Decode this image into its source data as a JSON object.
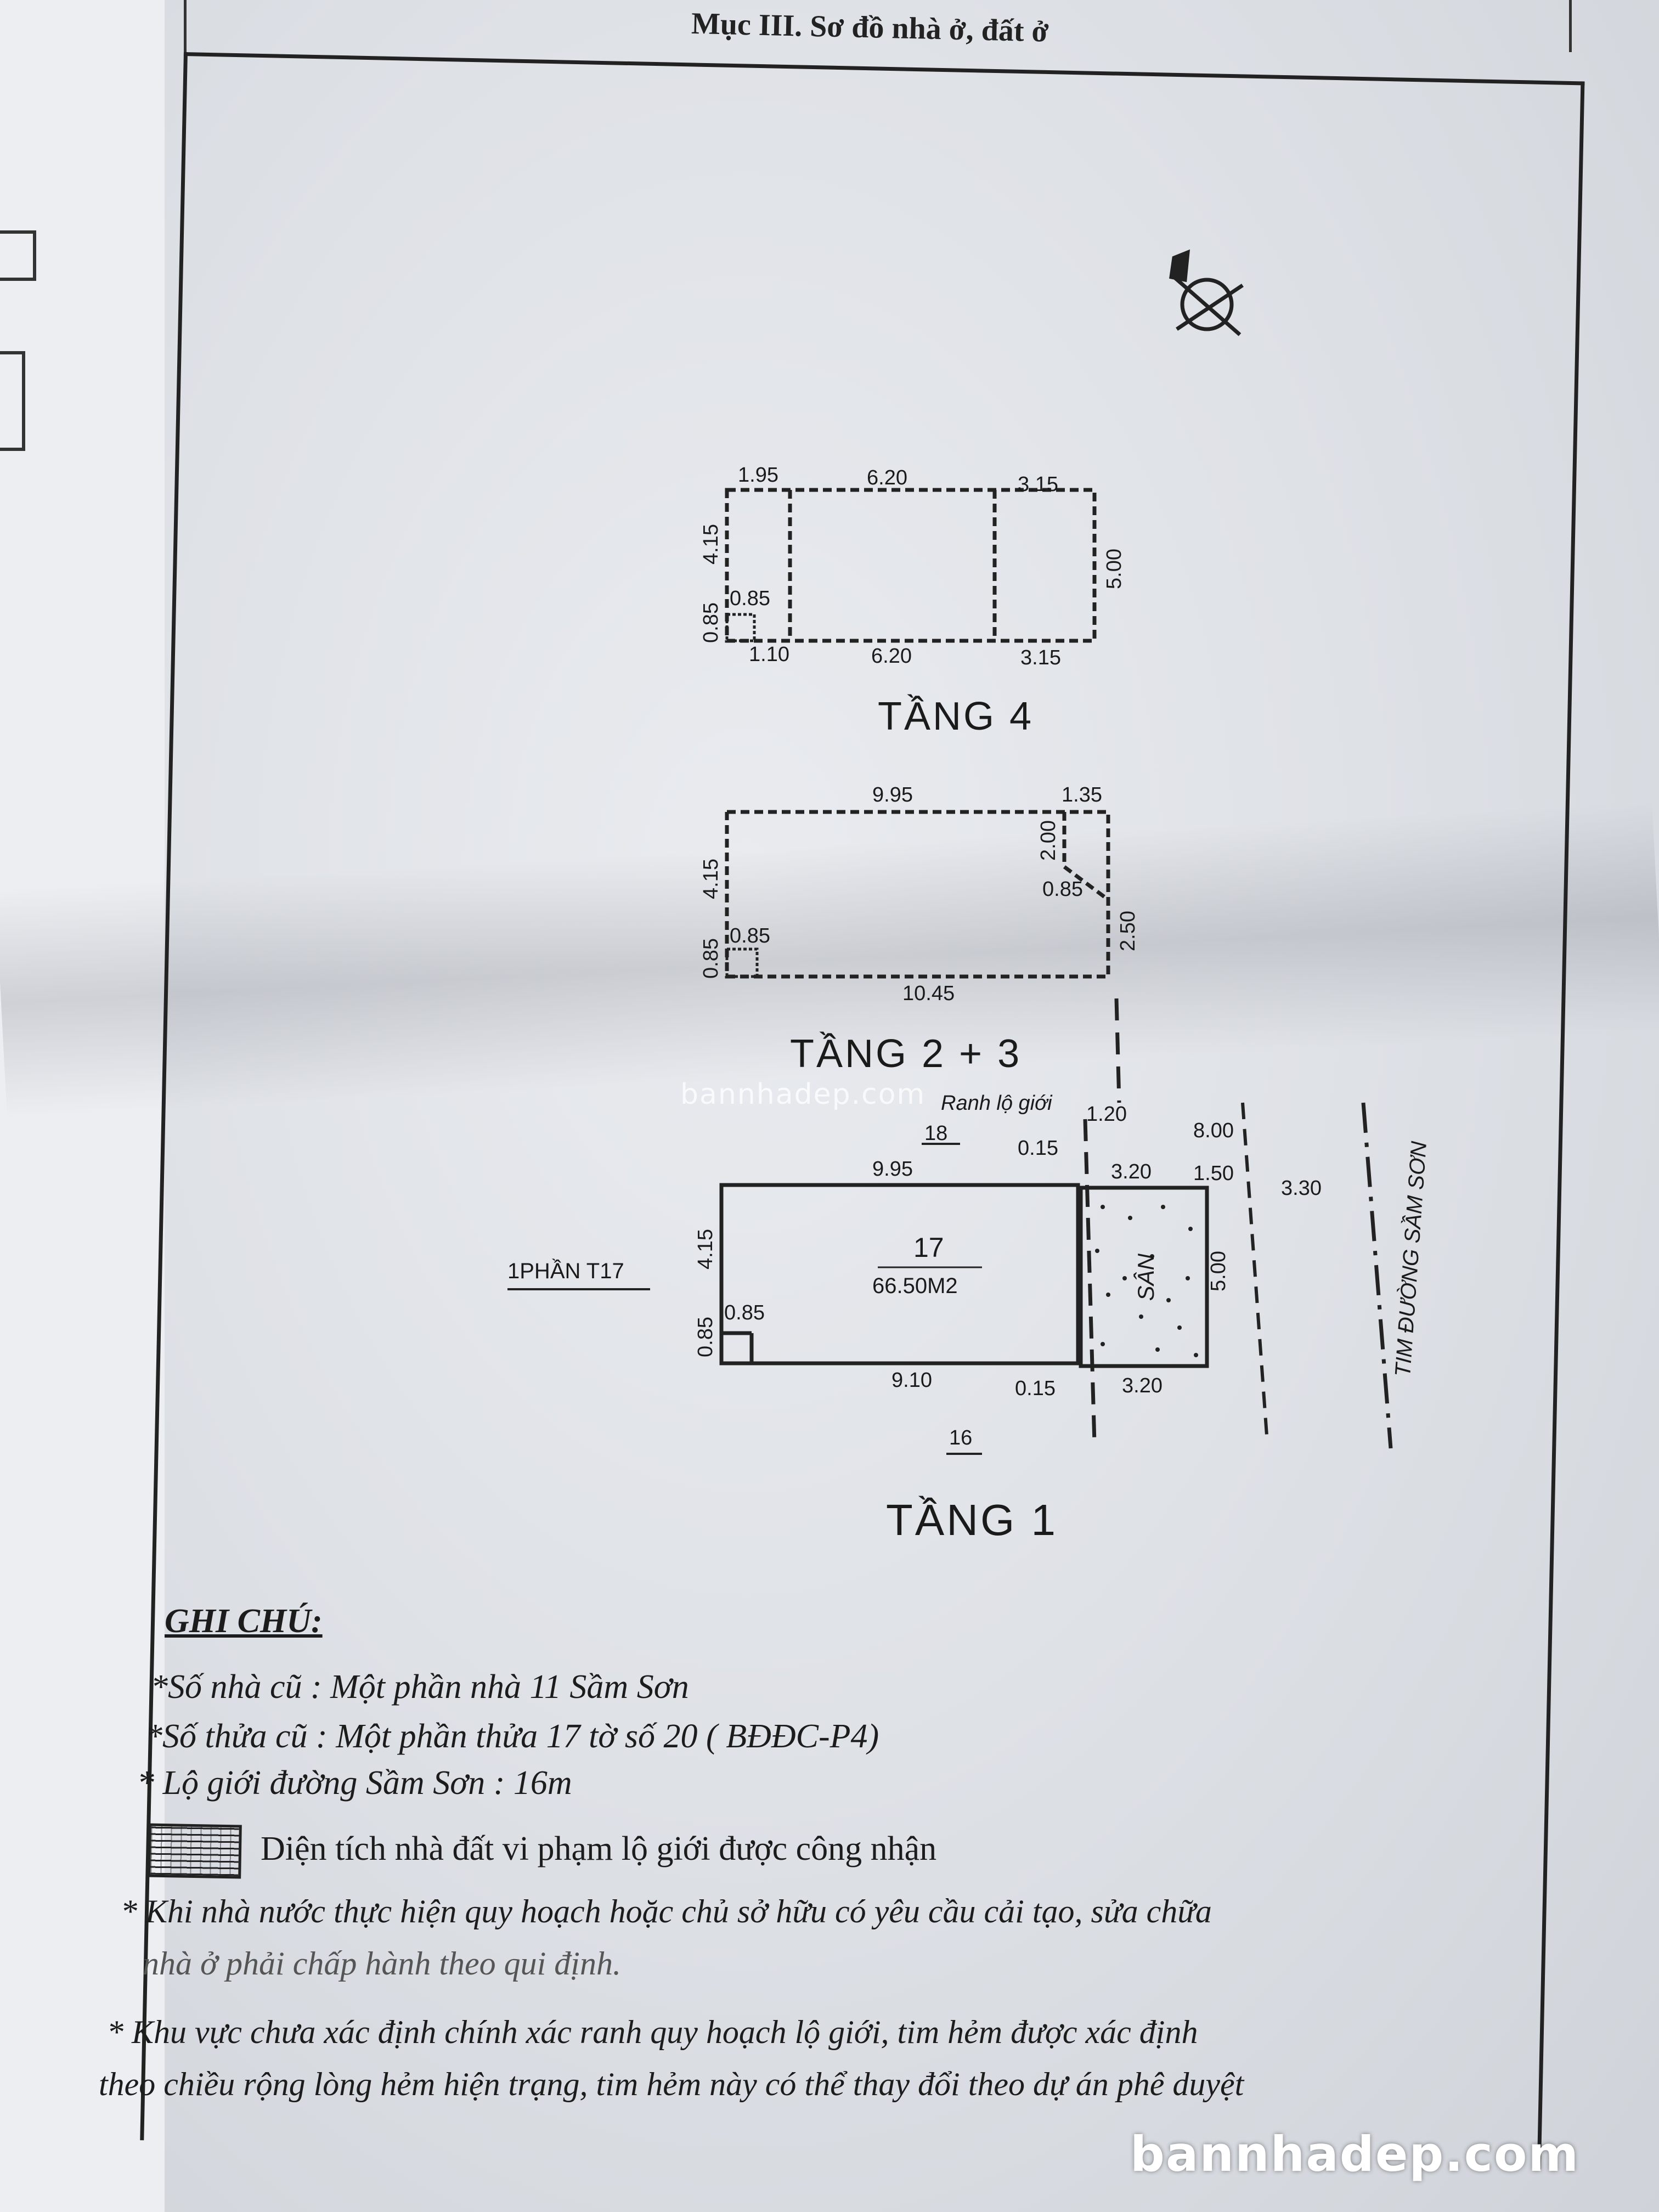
{
  "document": {
    "section_title": "Mục III. Sơ đồ nhà ở, đất ở"
  },
  "floor4": {
    "title": "TẦNG 4",
    "top_dims": [
      "1.95",
      "6.20",
      "3.15"
    ],
    "bottom_dims": [
      "1.10",
      "6.20",
      "3.15"
    ],
    "left_dims": [
      "4.15",
      "0.85"
    ],
    "inner_dim": "0.85",
    "right_dim": "5.00"
  },
  "floor23": {
    "title": "TẦNG 2 + 3",
    "top_dims": [
      "9.95",
      "1.35"
    ],
    "bottom_dim": "10.45",
    "left_dims": [
      "4.15",
      "0.85"
    ],
    "inner_dim_left": "0.85",
    "notch_dim_v": "2.00",
    "notch_dim_h": "0.85",
    "right_dim": "2.50"
  },
  "floor1": {
    "title": "TẦNG 1",
    "boundary_label": "Ranh lộ giới",
    "boundary_dim": "1.20",
    "neighbor_top": "18",
    "neighbor_bottom": "16",
    "neighbor_left": "1PHẦN T17",
    "lot_number": "17",
    "lot_area": "66.50M2",
    "top_dims": [
      "9.95",
      "0.15",
      "3.20",
      "1.50"
    ],
    "bottom_dims": [
      "9.10",
      "0.15",
      "3.20"
    ],
    "left_dims": [
      "4.15",
      "0.85"
    ],
    "inner_dim": "0.85",
    "yard_label": "SÂN",
    "yard_dim": "5.00",
    "road_dims": [
      "8.00",
      "3.30"
    ],
    "road_label": "TIM ĐƯỜNG SẦM SƠN"
  },
  "notes": {
    "title": "GHI CHÚ:",
    "lines": [
      "*Số nhà cũ : Một phần nhà 11 Sầm Sơn",
      "*Số thửa cũ : Một phần thửa 17 tờ số 20 ( BĐĐC-P4)",
      "* Lộ giới đường Sầm Sơn : 16m"
    ],
    "legend_label": "Diện  tích  nhà đất vi phạm lộ giới được công nhận",
    "para1_line1": "* Khi nhà nước thực hiện quy hoạch hoặc chủ sở hữu có yêu cầu cải tạo, sửa chữa",
    "para1_line2": "nhà ở phải chấp hành theo qui định.",
    "para2_line1": "* Khu vực chưa xác định chính xác ranh quy hoạch lộ giới, tim hẻm được xác định",
    "para2_line2": "theo chiều rộng lòng hẻm hiện trạng, tim hẻm này có thể thay đổi theo dự án phê duyệt"
  },
  "watermark": {
    "bottom": "bannhadep.com",
    "mid": "bannhadep.com"
  }
}
